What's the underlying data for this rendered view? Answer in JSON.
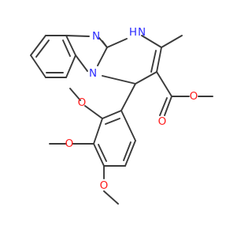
{
  "colors": {
    "bond": "#3a3a3a",
    "nitrogen": "#2b2bff",
    "oxygen": "#ff1a1a",
    "background": "#ffffff"
  },
  "atoms": {
    "n_imine": "N",
    "nh": "H",
    "n_nh": "N",
    "n_bridge": "N",
    "o_carbonyl": "O",
    "o_ester": "O",
    "o_methoxy_2": "O",
    "o_methoxy_3": "O",
    "o_methoxy_4": "O"
  }
}
